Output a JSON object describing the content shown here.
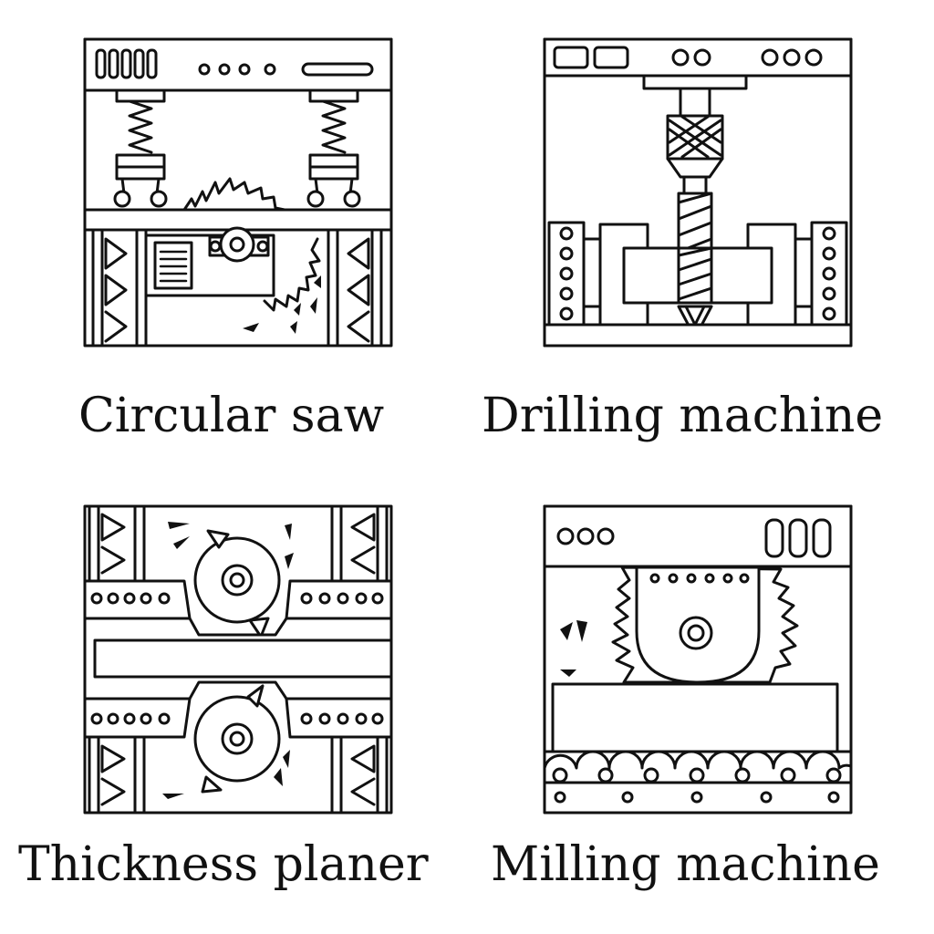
{
  "captions": {
    "circular_saw": "Circular saw",
    "drilling_machine": "Drilling machine",
    "thickness_planer": "Thickness planer",
    "milling_machine": "Milling machine"
  },
  "colors": {
    "line": "#111111",
    "background": "#ffffff"
  }
}
